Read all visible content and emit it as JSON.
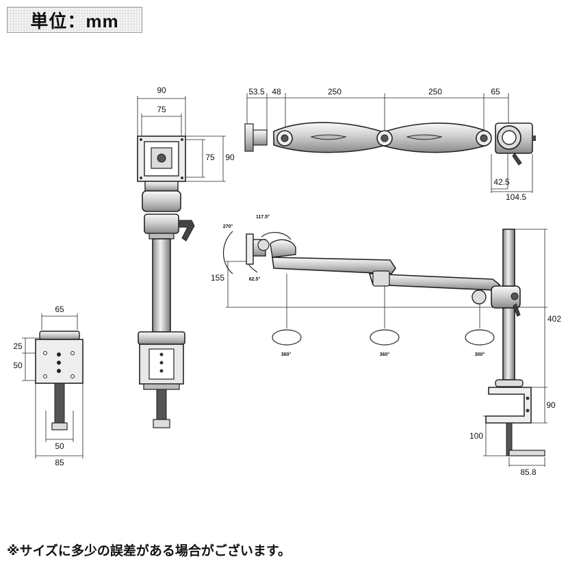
{
  "header": {
    "unit_label": "単位：mm"
  },
  "dimensions": {
    "top_view": {
      "d53_5": "53.5",
      "d48": "48",
      "d250_a": "250",
      "d250_b": "250",
      "d65": "65",
      "d42_5": "42.5",
      "d104_5": "104.5"
    },
    "vesa_plate": {
      "width_outer": "90",
      "width_inner": "75",
      "height_inner": "75",
      "height_outer": "90"
    },
    "clamp_front": {
      "width_top": "65",
      "offset_top": "25",
      "offset_mid": "50",
      "slot_width": "50",
      "width_base": "85"
    },
    "side_view": {
      "height_155": "155",
      "height_402": "402",
      "clamp_90": "90",
      "clamp_100": "100",
      "base_85_8": "85.8"
    }
  },
  "angles": {
    "tilt_270": "270°",
    "tilt_117_5": "117.5°",
    "tilt_62_5": "62.5°",
    "swivel_1": "360°",
    "swivel_2": "360°",
    "swivel_3": "300°"
  },
  "footnote": "※サイズに多少の誤差がある場合がございます。"
}
